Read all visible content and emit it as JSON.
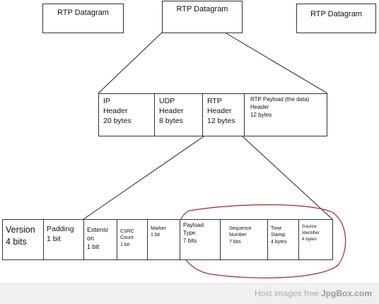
{
  "top_datagrams": [
    "RTP Datagram",
    "RTP Datagram",
    "RTP Datagram"
  ],
  "packet_headers": [
    "IP\nHeader\n20 bytes",
    "UDP\nHeader\n8 bytes",
    "RTP\nHeader\n12 bytes",
    "RTP Payload (the data)\nHeader\n12 bytes"
  ],
  "rtp_fields": [
    "Version\n4 bits",
    "Padding\n1 bit",
    "Extensi\non\n1 bit",
    "CSRC\nCount\n1 bit",
    "Marker\n1 bit",
    "Payload\nType\n7 bits",
    "Sequence\nNumber\n7 bits",
    "Time\nStamp\n4 bytes",
    "Source\nIdentifier\n4 bytes"
  ],
  "footer": {
    "prefix": "Host images free ",
    "brand": "JpgBox.com"
  },
  "colors": {
    "highlight_ellipse": "#b22222",
    "lines": "#222222"
  }
}
